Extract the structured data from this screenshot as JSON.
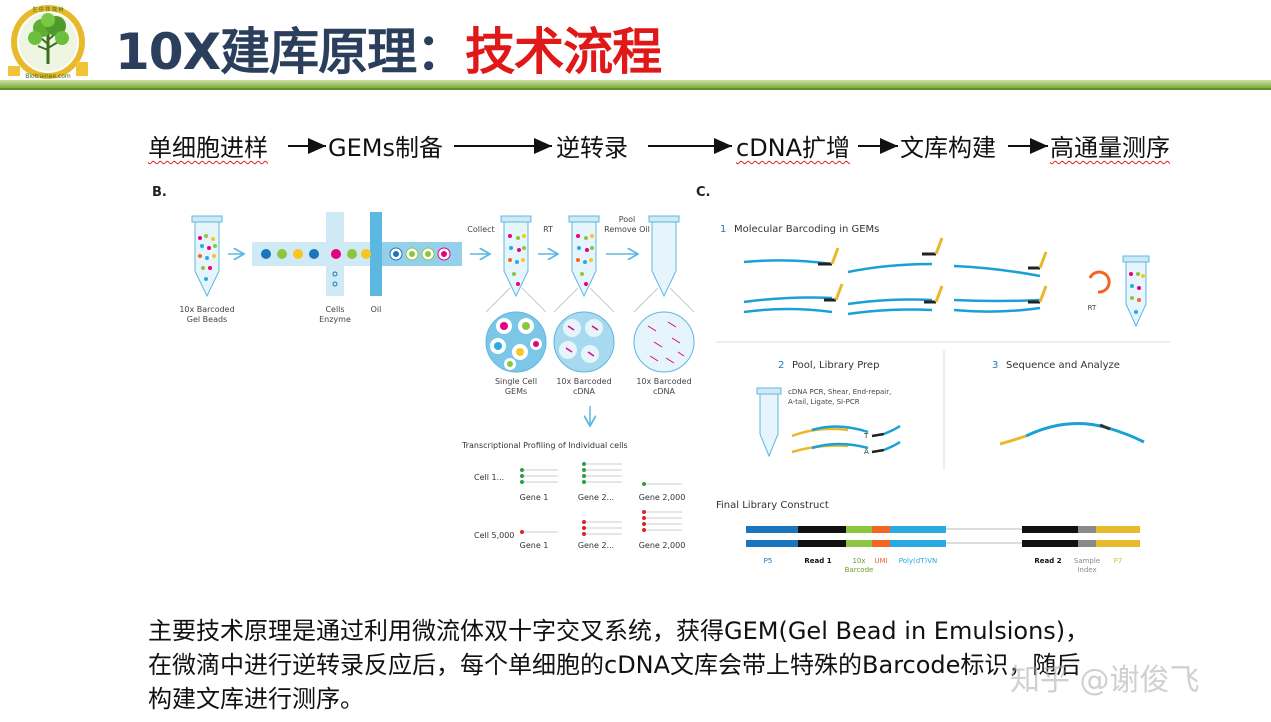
{
  "header": {
    "title_part1": "10X建库原理：",
    "title_part2": "技术流程",
    "logo_text": "Biotrainee.com",
    "logo_top_text": "生 信 技 能 树"
  },
  "flow": {
    "steps": [
      "单细胞进样",
      "GEMs制备",
      "逆转录",
      "cDNA扩增",
      "文库构建",
      "高通量测序"
    ]
  },
  "panel_b": {
    "label": "B.",
    "beads_label": [
      "10x Barcoded",
      "Gel Beads"
    ],
    "cells_label": [
      "Cells",
      "Enzyme"
    ],
    "oil_label": "Oil",
    "collect": "Collect",
    "rt": "RT",
    "pool": [
      "Pool",
      "Remove Oil"
    ],
    "gem1": [
      "Single Cell",
      "GEMs"
    ],
    "gem2": [
      "10x Barcoded",
      "cDNA"
    ],
    "gem3": [
      "10x Barcoded",
      "cDNA"
    ],
    "profiling_title": "Transcriptional Profiling of Individual cells",
    "cell1": "Cell 1...",
    "cell5000": "Cell 5,000",
    "gene1": "Gene 1",
    "gene2": "Gene 2...",
    "gene2000": "Gene 2,000"
  },
  "panel_c": {
    "label": "C.",
    "step1": "Molecular Barcoding in GEMs",
    "step1_num": "1",
    "rt": "RT",
    "step2": "Pool, Library Prep",
    "step2_num": "2",
    "step2_detail": [
      "cDNA PCR, Shear, End-repair,",
      "A-tail, Ligate, SI-PCR"
    ],
    "step3": "Sequence and Analyze",
    "step3_num": "3",
    "t_label": "T",
    "a_label": "A",
    "final_title": "Final Library Construct",
    "p5": "P5",
    "read1": "Read 1",
    "barcode": [
      "10x",
      "Barcode"
    ],
    "umi": "UMI",
    "polydt": "Poly(dT)VN",
    "read2": "Read 2",
    "sample_index": [
      "Sample",
      "Index"
    ],
    "p7": "P7"
  },
  "paragraph": {
    "line1": "主要技术原理是通过利用微流体双十字交叉系统，获得GEM(Gel Bead in Emulsions)，",
    "line2": "在微滴中进行逆转录反应后，每个单细胞的cDNA文库会带上特殊的Barcode标识，随后",
    "line3": "构建文库进行测序。"
  },
  "watermark": "知乎 @谢俊飞",
  "colors": {
    "title_dark": "#2b3f5c",
    "title_red": "#e01818",
    "rule_green": "#7fae3a",
    "strand_blue": "#1a9fd6",
    "p5_blue": "#1b75bc",
    "read_black": "#111111",
    "barcode_green": "#8cc63f",
    "umi_orange": "#f26522",
    "polydt_cyan": "#29abe2",
    "sample_gray": "#8a8a8a",
    "p7_yellow": "#e8b92b"
  }
}
